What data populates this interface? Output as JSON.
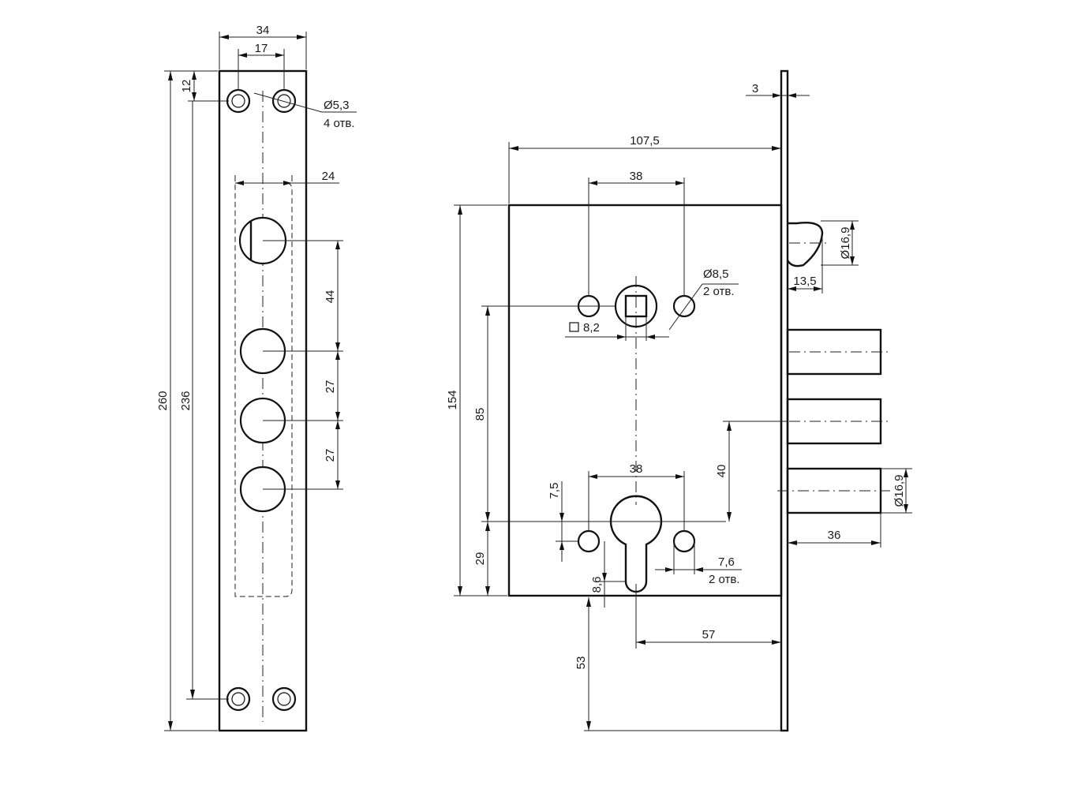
{
  "front_view": {
    "dims": {
      "plate_width": "34",
      "hole_spacing": "17",
      "hole_offset": "12",
      "hole_dia": "Ø5,3",
      "hole_count": "4 отв.",
      "bolt_slot_width": "24",
      "bolt_pitch_1": "44",
      "bolt_pitch_2": "27",
      "bolt_pitch_3": "27",
      "total_height": "260",
      "hole_span": "236"
    }
  },
  "side_view": {
    "dims": {
      "faceplate_thickness": "3",
      "body_depth": "107,5",
      "top_spindle_span": "38",
      "top_hole_dia": "Ø8,5",
      "top_hole_count": "2 отв.",
      "spindle_square": "8,2",
      "latch_dia": "Ø16,9",
      "latch_projection": "13,5",
      "body_height": "154",
      "spindle_to_cyl": "85",
      "cyl_to_bottom": "29",
      "bottom_span": "38",
      "cyl_hole_offset": "7,5",
      "bolt_to_cyl": "40",
      "bolt_dia": "Ø16,9",
      "bolt_throw": "36",
      "bottom_hole_dia": "7,6",
      "bottom_hole_count": "2 отв.",
      "cyl_depth": "8,6",
      "backset": "57",
      "plate_extension": "53"
    }
  }
}
